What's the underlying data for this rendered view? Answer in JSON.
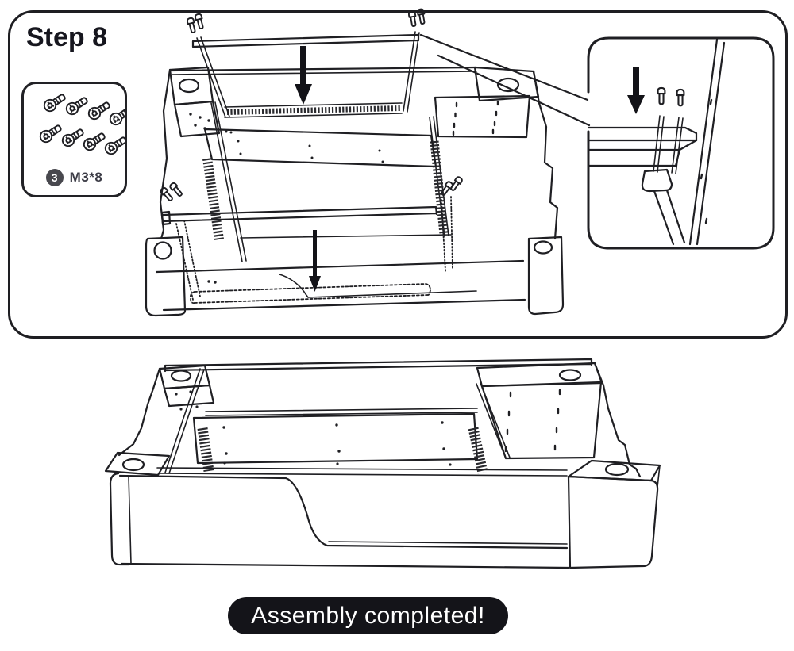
{
  "step": {
    "title": "Step 8"
  },
  "parts_box": {
    "badge_count": "3",
    "spec": "M3*8",
    "screws_shown": 8,
    "icon": "socket-head-screw-icon"
  },
  "illustration": {
    "top_drawing": "chassis base with two crossbar rails being installed with screws",
    "detail_callout": "close-up of rail screwed to bracket with two screws",
    "icons": {
      "down_arrow": "down-arrow-icon",
      "screw": "screw-icon"
    }
  },
  "completion": {
    "label": "Assembly completed!"
  },
  "colors": {
    "line": "#1f1f23",
    "arrow": "#131318",
    "badge_bg": "#48484e",
    "pill_bg": "#141419",
    "pill_text": "#ffffff"
  }
}
